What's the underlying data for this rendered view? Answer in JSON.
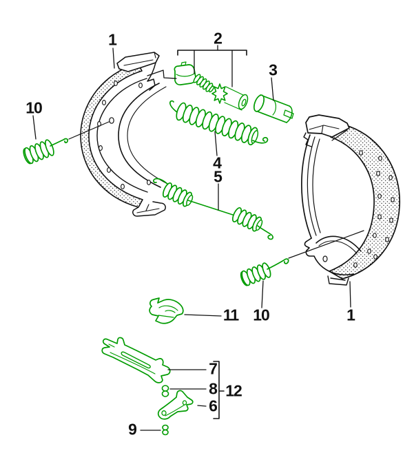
{
  "diagram": {
    "colors": {
      "green": "#009b00",
      "black": "#111111",
      "bg": "#ffffff"
    },
    "callouts": {
      "c1_left": "1",
      "c2": "2",
      "c3": "3",
      "c4": "4",
      "c5": "5",
      "c6": "6",
      "c7": "7",
      "c8": "8",
      "c9": "9",
      "c10_left": "10",
      "c10_right": "10",
      "c11": "11",
      "c12": "12",
      "c1_right": "1"
    }
  }
}
